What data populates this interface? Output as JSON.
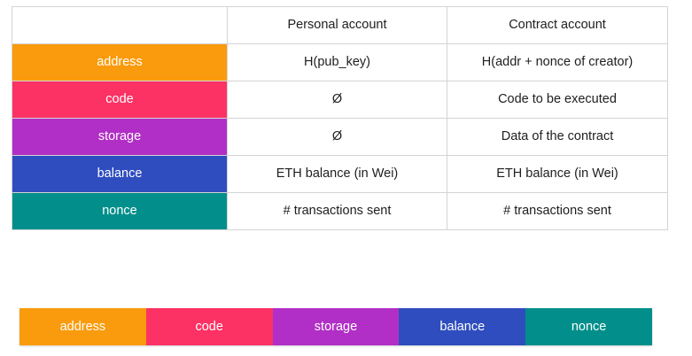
{
  "table": {
    "columns": [
      "",
      "Personal account",
      "Contract account"
    ],
    "rows": [
      {
        "label": "address",
        "color": "#f99b0c",
        "personal": "H(pub_key)",
        "contract": "H(addr + nonce of creator)"
      },
      {
        "label": "code",
        "color": "#fc3164",
        "personal": "Ø",
        "contract": "Code to be executed"
      },
      {
        "label": "storage",
        "color": "#b12fc6",
        "personal": "Ø",
        "contract": "Data of the contract"
      },
      {
        "label": "balance",
        "color": "#2f4dbf",
        "personal": "ETH balance (in Wei)",
        "contract": "ETH balance (in Wei)"
      },
      {
        "label": "nonce",
        "color": "#028f8b",
        "personal": "# transactions sent",
        "contract": "# transactions sent"
      }
    ]
  },
  "legend": {
    "segments": [
      {
        "label": "address",
        "color": "#f99b0c"
      },
      {
        "label": "code",
        "color": "#fc3164"
      },
      {
        "label": "storage",
        "color": "#b12fc6"
      },
      {
        "label": "balance",
        "color": "#2f4dbf"
      },
      {
        "label": "nonce",
        "color": "#028f8b"
      }
    ]
  }
}
